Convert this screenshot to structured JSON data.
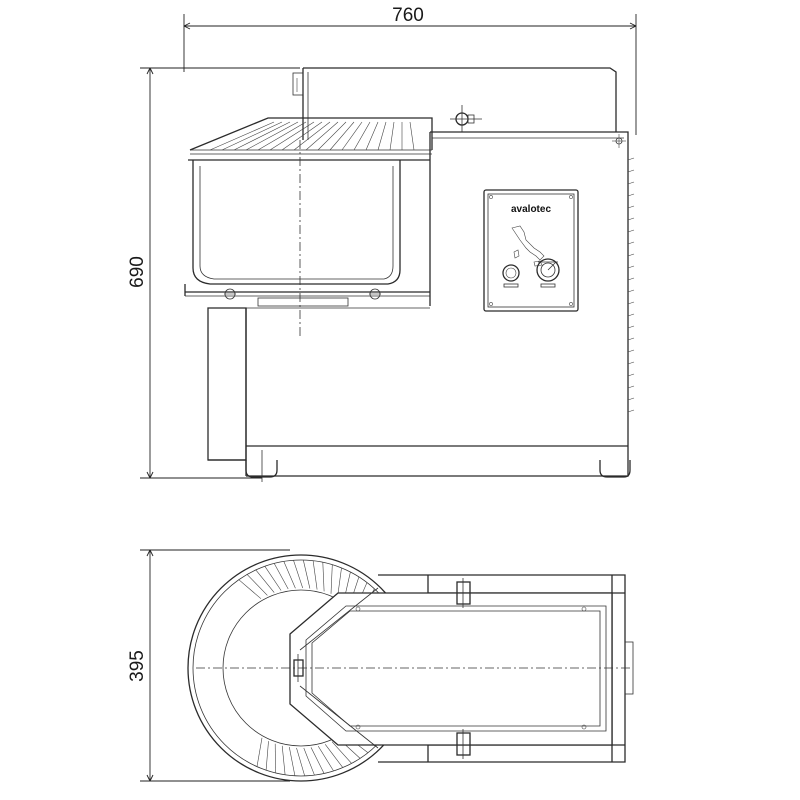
{
  "dimensions": {
    "width": "760",
    "height": "690",
    "depth": "395"
  },
  "panel": {
    "brand": "avalotec"
  },
  "colors": {
    "line": "#2b2b2b",
    "background": "#ffffff"
  },
  "icons": [
    "italy-map-icon",
    "power-switch-icon",
    "timer-knob-icon"
  ]
}
